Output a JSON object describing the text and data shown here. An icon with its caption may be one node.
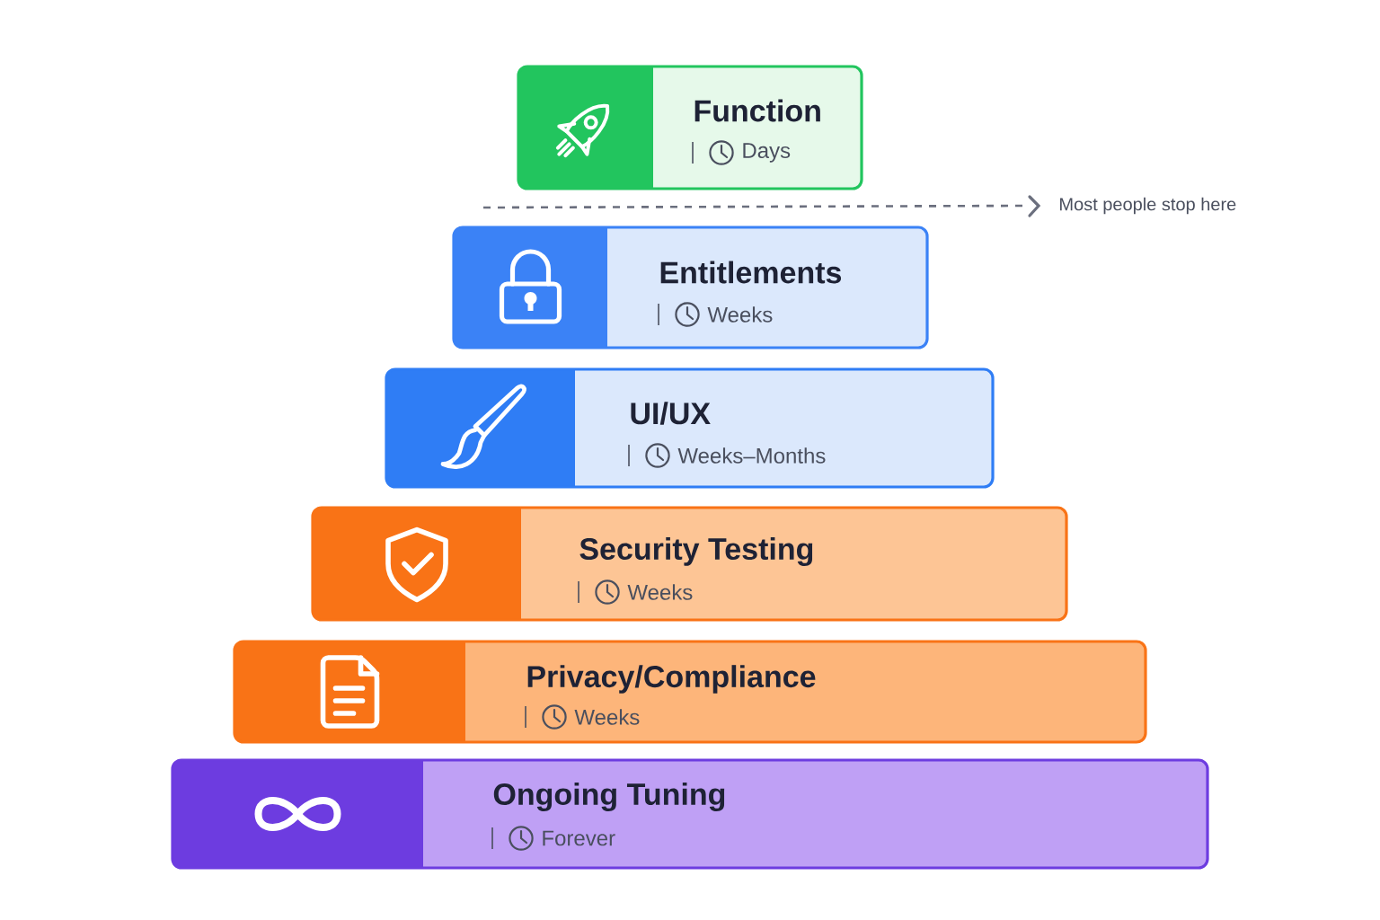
{
  "diagram": {
    "nodes": [
      {
        "text": [
          "Function",
          "Days"
        ]
      },
      {
        "text": [
          "Entitlements",
          "Weeks"
        ]
      },
      {
        "text": [
          "UI/UX",
          "Weeks–Months"
        ]
      },
      {
        "text": [
          "Security Testing",
          "Weeks"
        ]
      },
      {
        "text": [
          "Privacy/Compliance",
          "Weeks"
        ]
      },
      {
        "text": [
          "Ongoing Tuning",
          "Forever"
        ]
      }
    ],
    "labels": [
      "Most people stop here"
    ]
  }
}
